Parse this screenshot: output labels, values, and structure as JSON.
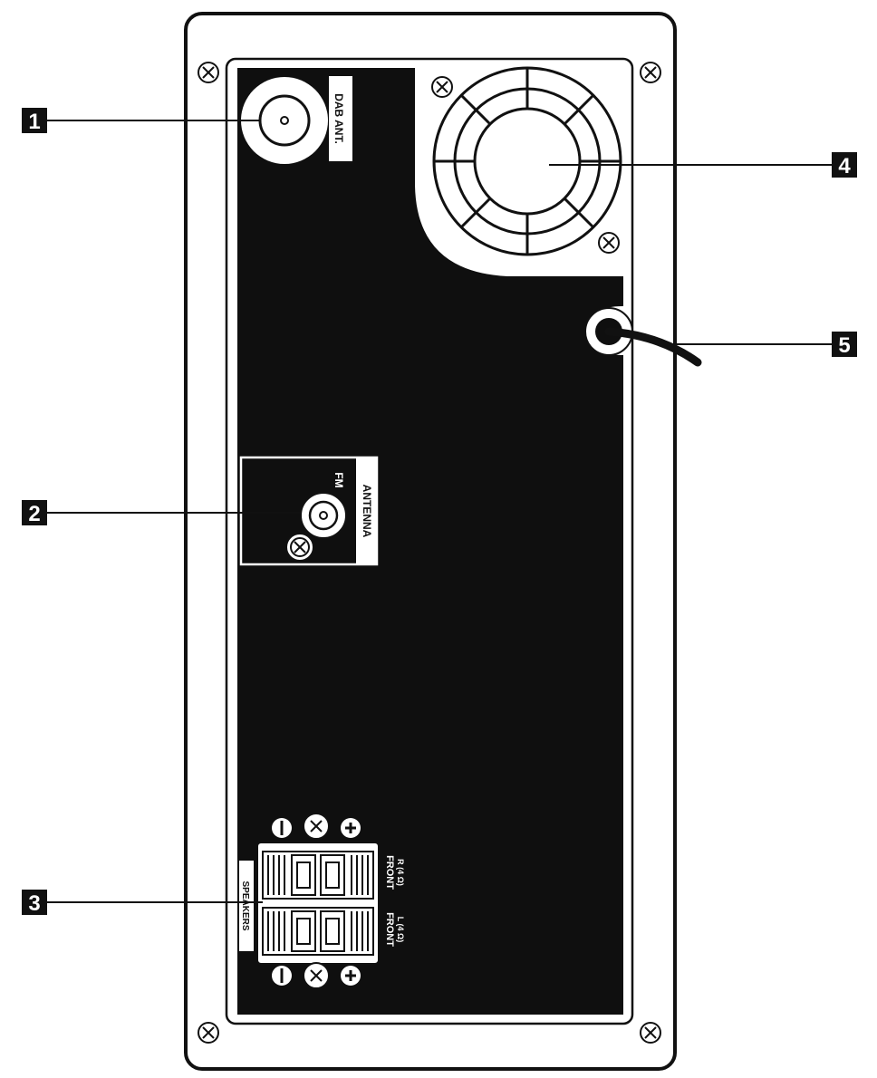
{
  "panel": {
    "background_color": "#0f0f0f",
    "frame_color": "#ffffff",
    "line_color": "#111111"
  },
  "labels": {
    "dab_ant": "DAB ANT.",
    "antenna": "ANTENNA",
    "fm": "FM",
    "speakers": "SPEAKERS",
    "front_r": "FRONT",
    "front_r_imp": "R (4 Ω)",
    "front_l": "FRONT",
    "front_l_imp": "L (4 Ω)",
    "minus_sign": "−",
    "plus_sign": "+"
  },
  "callouts": [
    {
      "number": "1",
      "target": "DAB antenna connector"
    },
    {
      "number": "2",
      "target": "FM antenna connector"
    },
    {
      "number": "3",
      "target": "Speaker terminals"
    },
    {
      "number": "4",
      "target": "Cooling fan"
    },
    {
      "number": "5",
      "target": "Power cord"
    }
  ]
}
